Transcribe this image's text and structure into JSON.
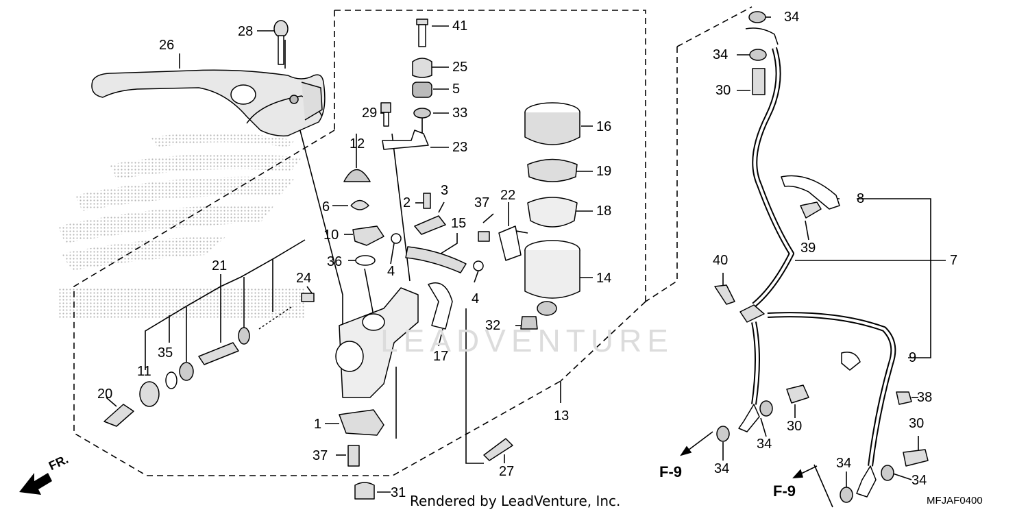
{
  "diagram": {
    "code": "MFJAF0400",
    "credit": "Rendered by LeadVenture, Inc.",
    "watermark": "LEADVENTURE",
    "front_marker": "FR.",
    "ref_label": "F-9"
  },
  "callouts": {
    "p1": "1",
    "p2": "2",
    "p3": "3",
    "p4a": "4",
    "p4b": "4",
    "p5": "5",
    "p6": "6",
    "p7": "7",
    "p8": "8",
    "p9": "9",
    "p10": "10",
    "p11": "11",
    "p12": "12",
    "p13": "13",
    "p14": "14",
    "p15": "15",
    "p16": "16",
    "p17": "17",
    "p18": "18",
    "p19": "19",
    "p20": "20",
    "p21": "21",
    "p22": "22",
    "p23": "23",
    "p24": "24",
    "p25": "25",
    "p26": "26",
    "p27": "27",
    "p28": "28",
    "p29": "29",
    "p30a": "30",
    "p30b": "30",
    "p30c": "30",
    "p31": "31",
    "p32": "32",
    "p33": "33",
    "p34a": "34",
    "p34b": "34",
    "p34c": "34",
    "p34d": "34",
    "p34e": "34",
    "p34f": "34",
    "p35": "35",
    "p36": "36",
    "p37a": "37",
    "p37b": "37",
    "p38": "38",
    "p39": "39",
    "p40": "40",
    "p41": "41"
  },
  "colors": {
    "line": "#000000",
    "fill": "#ffffff",
    "part_shade": "#d6d6d6",
    "logo_dots": "#b8b8b8",
    "watermark": "#dcdcdc"
  }
}
